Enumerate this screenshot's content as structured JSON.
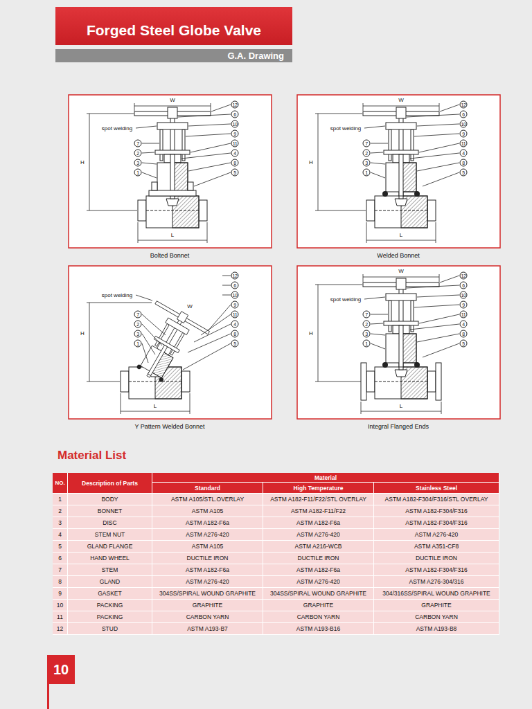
{
  "diagram": {
    "title": "Forged Steel Globe Valve",
    "nodes": [
      {
        "text": [
          "G.A. Drawing"
        ]
      },
      {
        "text": [
          "10"
        ]
      }
    ],
    "labels": [
      "Bolted Bonnet",
      "spot welding",
      "W",
      "H",
      "L",
      "12",
      "6",
      "10",
      "9",
      "11",
      "4",
      "8",
      "5",
      "7",
      "2",
      "3",
      "1",
      "Welded Bonnet",
      "spot welding",
      "W",
      "H",
      "L",
      "12",
      "6",
      "10",
      "9",
      "11",
      "4",
      "8",
      "5",
      "7",
      "2",
      "3",
      "1",
      "Y Pattern Welded Bonnet",
      "spot welding",
      "W",
      "H",
      "L",
      "12",
      "6",
      "10",
      "9",
      "11",
      "4",
      "8",
      "5",
      "7",
      "2",
      "3",
      "1",
      "Integral Flanged Ends",
      "spot welding",
      "W",
      "H",
      "L",
      "12",
      "6",
      "10",
      "9",
      "11",
      "4",
      "8",
      "5",
      "7",
      "2",
      "3",
      "1",
      "Material List",
      "NO.",
      "Description of Parts",
      "Material",
      "Standard",
      "High Temperature",
      "Stainless Steel",
      "1",
      "BODY",
      "ASTM A105/STL.OVERLAY",
      "ASTM A182-F11/F22/STL OVERLAY",
      "ASTM A182-F304/F316/STL OVERLAY",
      "2",
      "BONNET",
      "ASTM A105",
      "ASTM A182-F11/F22",
      "ASTM A182-F304/F316",
      "3",
      "DISC",
      "ASTM A182-F6a",
      "ASTM A182-F6a",
      "ASTM A182-F304/F316",
      "4",
      "STEM NUT",
      "ASTM A276-420",
      "ASTM A276-420",
      "ASTM A276-420",
      "5",
      "GLAND FLANGE",
      "ASTM A105",
      "ASTM A216-WCB",
      "ASTM A351-CF8",
      "6",
      "HAND WHEEL",
      "DUCTILE IRON",
      "DUCTILE IRON",
      "DUCTILE IRON",
      "7",
      "STEM",
      "ASTM A182-F6a",
      "ASTM A182-F6a",
      "ASTM A182-F304/F316",
      "8",
      "GLAND",
      "ASTM A276-420",
      "ASTM A276-420",
      "ASTM A276-304/316",
      "9",
      "GASKET",
      "304SS/SPIRAL WOUND GRAPHITE",
      "304SS/SPIRAL WOUND GRAPHITE",
      "304/316SS/SPIRAL WOUND GRAPHITE",
      "10",
      "PACKING",
      "GRAPHITE",
      "GRAPHITE",
      "GRAPHITE",
      "11",
      "PACKING",
      "CARBON YARN",
      "CARBON YARN",
      "CARBON YARN",
      "12",
      "STUD",
      "ASTM A193-B7",
      "ASTM A193-B16",
      "ASTM A193-B8"
    ]
  }
}
